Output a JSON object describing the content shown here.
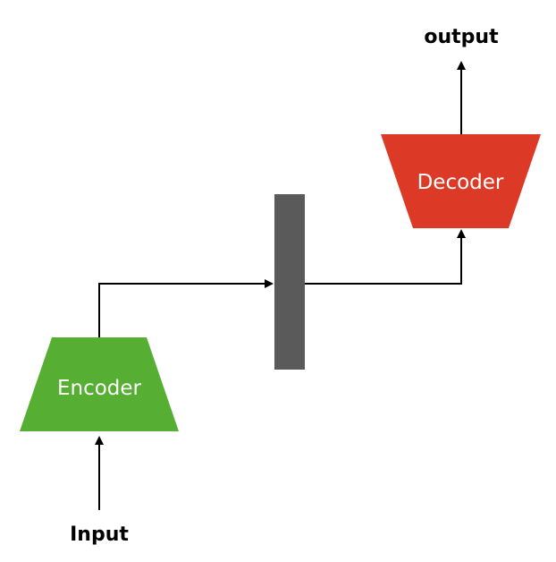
{
  "diagram": {
    "encoder": {
      "label": "Encoder",
      "color": "#56AE32"
    },
    "decoder": {
      "label": "Decoder",
      "color": "#DC3A26"
    },
    "latent": {
      "color": "#5A5A5A"
    },
    "input_label": "Input",
    "output_label": "output",
    "text_color": "#FFFFFF",
    "line_color": "#000000"
  }
}
